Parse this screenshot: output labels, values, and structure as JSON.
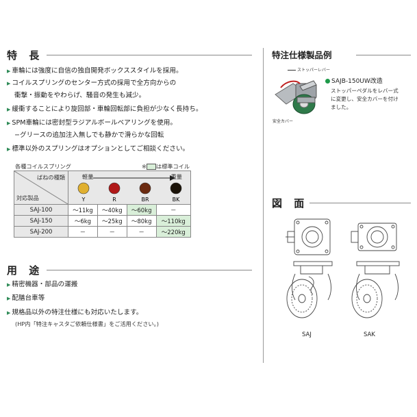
{
  "features": {
    "title": "特 長",
    "items": [
      "車輪には強度に自信の独自開発ボックススタイルを採用。",
      "コイルスプリングのセンター方式の採用で全方向からの",
      "衝撃・振動をやわらげ、騒音の発生も減少。",
      "緩衝することにより旋回部・車輪回転部に負担が少なく長持ち。",
      "SPM車輪には密封型ラジアルボールベアリングを使用。",
      "−グリースの追加注入無しでも静かで滑らかな回転",
      "標準以外のスプリングはオプションとしてご相談ください。"
    ]
  },
  "spring_table": {
    "caption": "各種コイルスプリング",
    "legend_note": "※",
    "legend_label": "は標準コイル",
    "header_spring": "ばねの種類",
    "header_product": "対応製品",
    "light": "軽量",
    "heavy": "重量",
    "spring_codes": [
      "Y",
      "R",
      "BR",
      "BK"
    ],
    "spring_colors": [
      "#e0b030",
      "#b01818",
      "#6b2a10",
      "#1a1208"
    ],
    "rows": [
      {
        "product": "SAJ-100",
        "cells": [
          "～11kg",
          "～40kg",
          "～60kg",
          "－"
        ],
        "standard_index": 2
      },
      {
        "product": "SAJ-150",
        "cells": [
          "～6kg",
          "～25kg",
          "～80kg",
          "～110kg"
        ],
        "standard_index": 3
      },
      {
        "product": "SAJ-200",
        "cells": [
          "－",
          "－",
          "－",
          "～220kg"
        ],
        "standard_index": 3
      }
    ]
  },
  "usage": {
    "title": "用 途",
    "items": [
      "精密機器・部品の運搬",
      "配膳台車等",
      "規格品以外の特注仕様にも対応いたします。"
    ],
    "note": "(HP内「特注キャスタご依頼仕様書」をご活用ください。)"
  },
  "custom": {
    "title": "特注仕様製品例",
    "label_stopper": "ストッパーレバー",
    "label_cover": "安全カバー",
    "model": "SAJB-150UW改造",
    "desc": [
      "ストッパーペダルをレバー式",
      "に変更し、安全カバーを付け",
      "ました。"
    ]
  },
  "drawing": {
    "title": "図 面",
    "labels": [
      "SAJ",
      "SAK"
    ]
  }
}
